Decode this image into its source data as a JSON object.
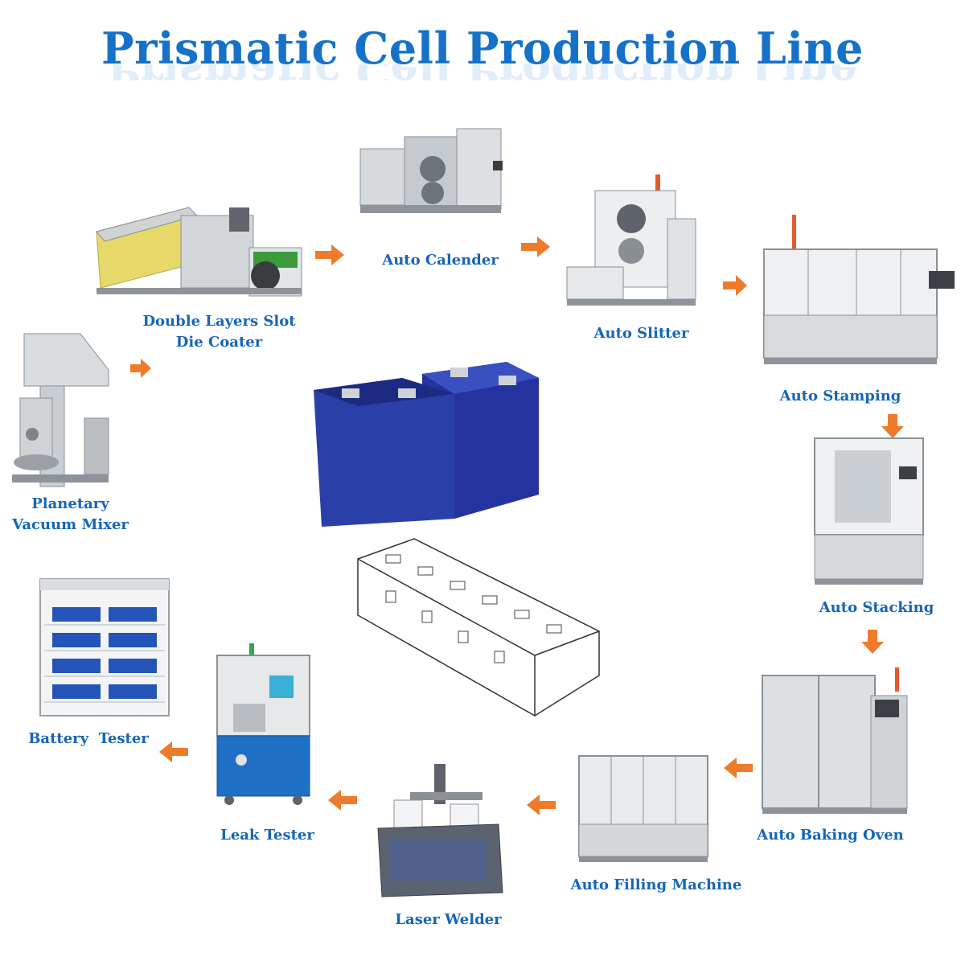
{
  "title": "Prismatic Cell Production Line",
  "colors": {
    "title": "#1672c9",
    "label": "#1565b8",
    "arrow": "#ee7b2c",
    "cell": "#2b3fa8"
  },
  "stages": [
    {
      "name": "Planetary",
      "name2": "Vacuum Mixer",
      "icon": "mixer-machine"
    },
    {
      "name": "Double Layers Slot",
      "name2": "Die Coater",
      "icon": "coater-machine"
    },
    {
      "name": "Auto Calender",
      "icon": "calender-machine"
    },
    {
      "name": "Auto Slitter",
      "icon": "slitter-machine"
    },
    {
      "name": "Auto Stamping",
      "icon": "stamping-machine"
    },
    {
      "name": "Auto Stacking",
      "icon": "stacking-machine"
    },
    {
      "name": "Auto Baking Oven",
      "icon": "baking-oven"
    },
    {
      "name": "Auto Filling Machine",
      "icon": "filling-machine"
    },
    {
      "name": "Laser Welder",
      "icon": "laser-welder"
    },
    {
      "name": "Leak Tester",
      "icon": "leak-tester"
    },
    {
      "name": "Battery  Tester",
      "icon": "battery-tester"
    }
  ]
}
